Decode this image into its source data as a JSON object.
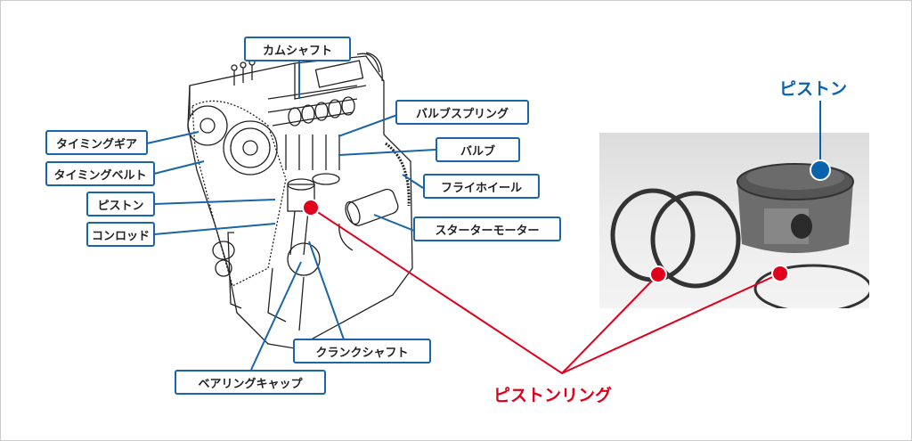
{
  "labels": {
    "camshaft": "カムシャフト",
    "valve_spring": "バルブスプリング",
    "timing_gear": "タイミングギア",
    "valve": "バルブ",
    "timing_belt": "タイミングベルト",
    "flywheel": "フライホイール",
    "piston": "ピストン",
    "starter_motor": "スターターモーター",
    "conrod": "コンロッド",
    "crankshaft": "クランクシャフト",
    "bearing_cap": "ベアリングキャップ"
  },
  "photo_labels": {
    "piston": "ピストン",
    "piston_ring": "ピストンリング"
  },
  "colors": {
    "label_border": "#1a64a8",
    "piston_blue": "#0a62ad",
    "ring_red": "#e0001b"
  }
}
